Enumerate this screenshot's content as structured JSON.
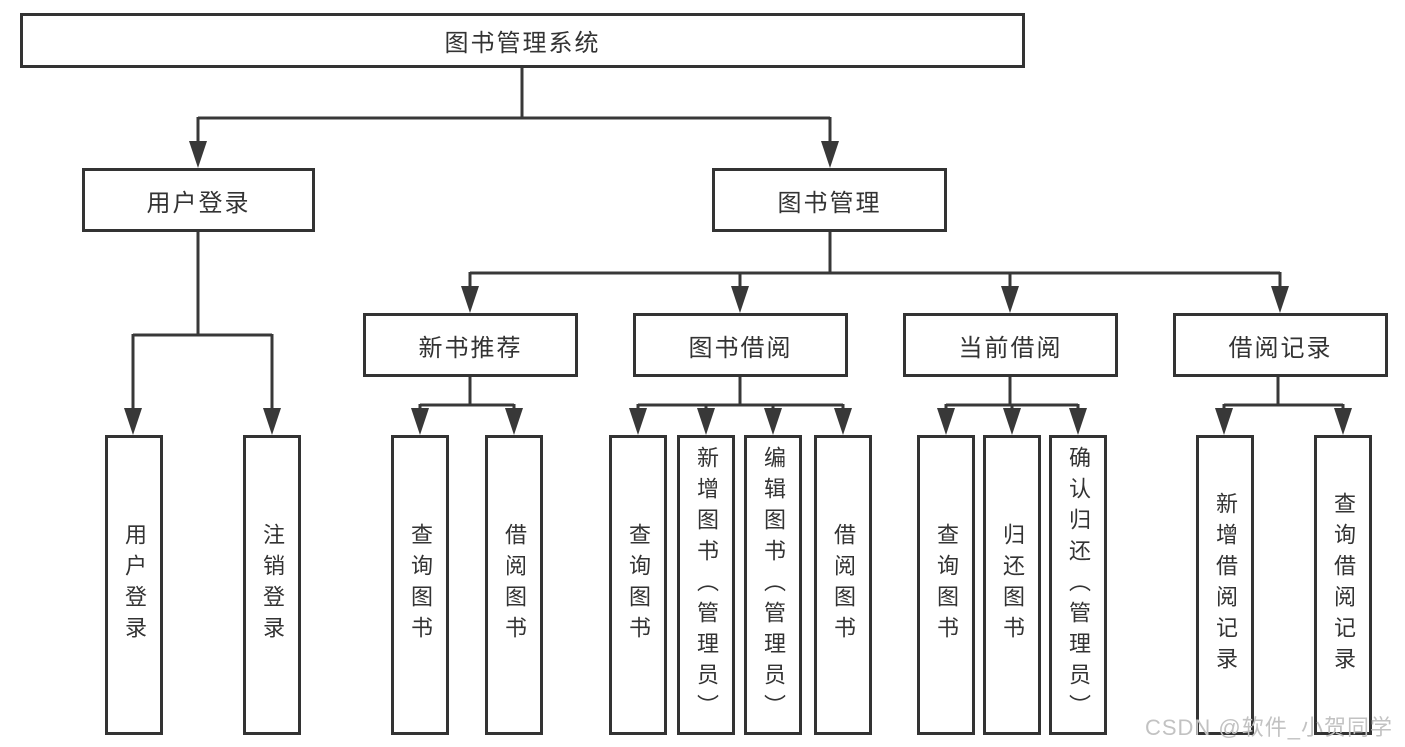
{
  "colors": {
    "line": "#383838",
    "ink": "#333333",
    "border": "#333333",
    "bg": "#ffffff",
    "wm": "#c2c2c2"
  },
  "tree": {
    "root": "图书管理系统",
    "children": [
      {
        "label": "用户登录",
        "children": [
          {
            "label": "用户登录"
          },
          {
            "label": "注销登录"
          }
        ]
      },
      {
        "label": "图书管理",
        "children": [
          {
            "label": "新书推荐",
            "children": [
              {
                "label": "查询图书"
              },
              {
                "label": "借阅图书"
              }
            ]
          },
          {
            "label": "图书借阅",
            "children": [
              {
                "label": "查询图书"
              },
              {
                "label": "新增图书（管理员）"
              },
              {
                "label": "编辑图书（管理员）"
              },
              {
                "label": "借阅图书"
              }
            ]
          },
          {
            "label": "当前借阅",
            "children": [
              {
                "label": "查询图书"
              },
              {
                "label": "归还图书"
              },
              {
                "label": "确认归还（管理员）"
              }
            ]
          },
          {
            "label": "借阅记录",
            "children": [
              {
                "label": "新增借阅记录"
              },
              {
                "label": "查询借阅记录"
              }
            ]
          }
        ]
      }
    ]
  },
  "watermark": "CSDN @软件_小贺同学"
}
